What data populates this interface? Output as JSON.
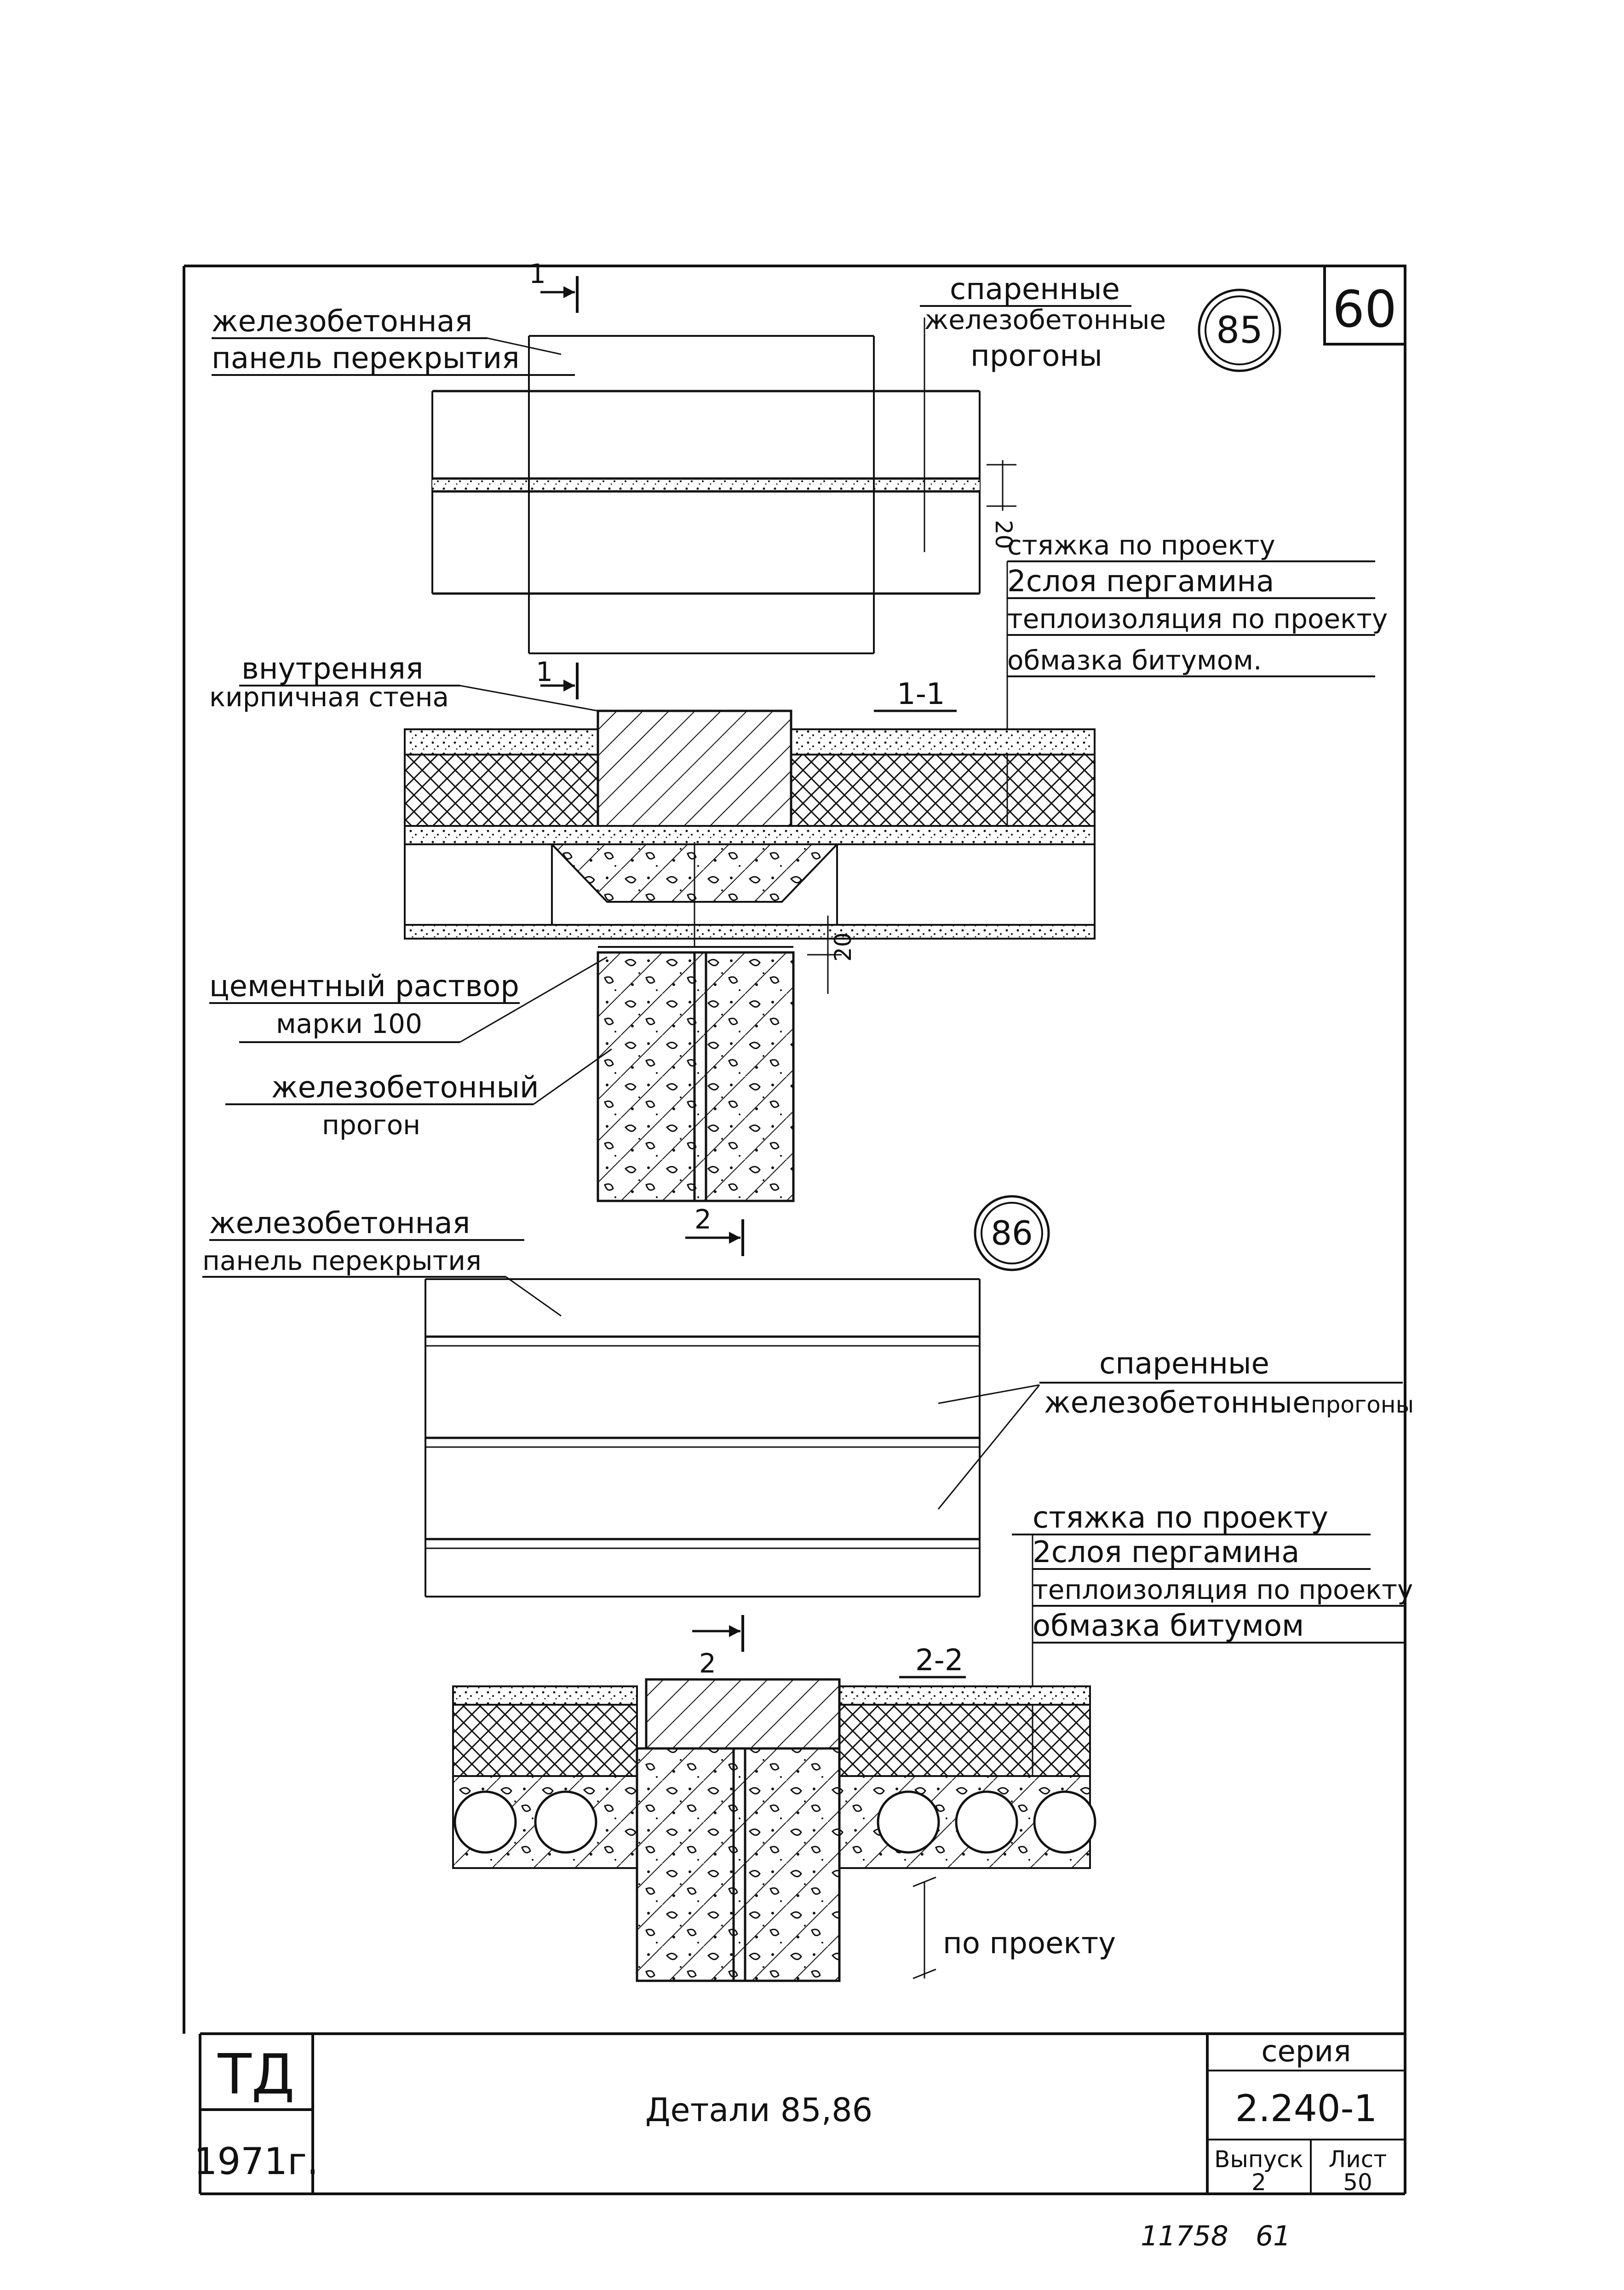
{
  "sheet": {
    "sheet_number_box": "60",
    "bottom_codes": {
      "code_left": "11758",
      "code_right": "61"
    }
  },
  "detail_85": {
    "marker": "85",
    "section_marker": "1",
    "section_title": "1-1",
    "labels": {
      "panel_line1": "железобетонная",
      "panel_line2": "панель перекрытия",
      "purlins_line1": "спаренные",
      "purlins_line2": "железобетонные",
      "purlins_line3": "прогоны",
      "screed": "стяжка по проекту",
      "pergamin": "2слоя пергамина",
      "insulation": "теплоизоляция по проекту",
      "bitumen": "обмазка битумом.",
      "wall_line1": "внутренняя",
      "wall_line2": "кирпичная стена",
      "mortar_line1": "цементный раствор",
      "mortar_line2": "марки 100",
      "purlin_line1": "железобетонный",
      "purlin_line2": "прогон",
      "dim_gap_plan": "20",
      "dim_gap_section": "20"
    }
  },
  "detail_86": {
    "marker": "86",
    "section_marker": "2",
    "section_title": "2-2",
    "labels": {
      "panel_line1": "железобетонная",
      "panel_line2": "панель перекрытия",
      "purlins_line1": "спаренные",
      "purlins_line2": "железобетонные",
      "purlins_line2b": "прогоны",
      "screed": "стяжка по проекту",
      "pergamin": "2слоя пергамина",
      "insulation": "теплоизоляция по проекту",
      "bitumen": "обмазка битумом",
      "dim_note": "по проекту"
    }
  },
  "title_block": {
    "org": "ТД",
    "year": "1971г.",
    "title": "Детали 85,86",
    "series_label": "серия",
    "series_value": "2.240-1",
    "issue_label": "Выпуск",
    "issue_value": "2",
    "sheet_label": "Лист",
    "sheet_value": "50"
  }
}
